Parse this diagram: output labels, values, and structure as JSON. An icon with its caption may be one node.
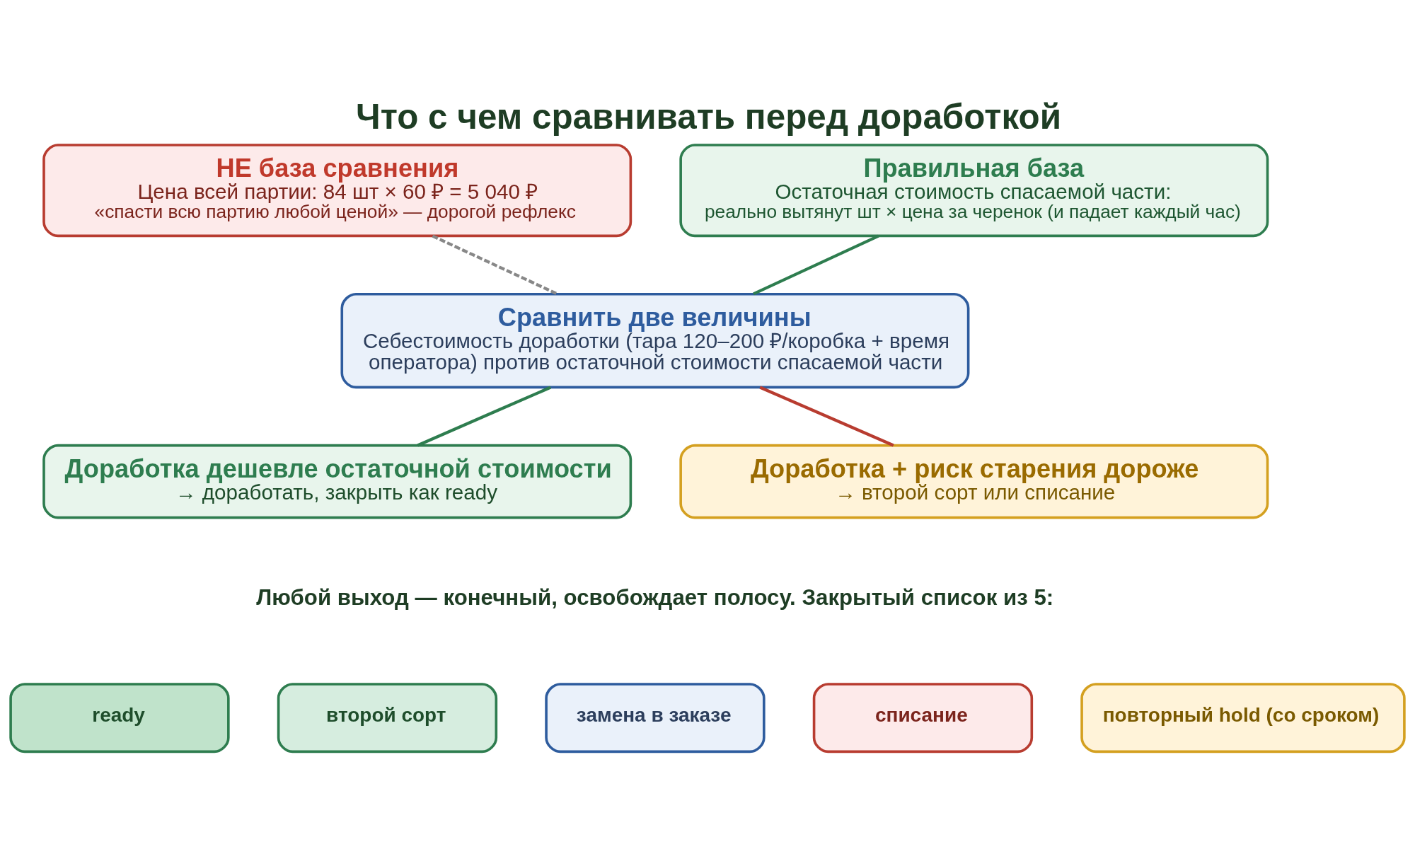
{
  "diagram": {
    "title": "Что с чем сравнивать перед доработкой",
    "nodes": [
      {
        "text": [
          "НЕ база сравнения",
          "Цена всей партии: 84 шт × 60 ₽ = 5 040 ₽",
          "«спасти всю партию любой ценой» — дорогой рефлекс"
        ]
      },
      {
        "text": [
          "Правильная база",
          "Остаточная стоимость спасаемой части:",
          "реально вытянут шт × цена за черенок (и падает каждый час)"
        ]
      },
      {
        "text": [
          "Сравнить две величины",
          "Себестоимость доработки (тара 120–200 ₽/коробка + время оператора) против остаточной стоимости спасаемой части"
        ]
      },
      {
        "text": [
          "Доработка дешевле остаточной стоимости",
          "→ доработать, закрыть как ready"
        ]
      },
      {
        "text": [
          "Доработка + риск старения дороже",
          "→ второй сорт или списание"
        ]
      },
      {
        "text": [
          "ready"
        ]
      },
      {
        "text": [
          "второй сорт"
        ]
      },
      {
        "text": [
          "замена в заказе"
        ]
      },
      {
        "text": [
          "списание"
        ]
      },
      {
        "text": [
          "повторный hold (со сроком)"
        ]
      }
    ],
    "edges": [
      {
        "from": 0,
        "to": 2,
        "arrow": "none",
        "style": "dashed",
        "color": "#888888"
      },
      {
        "from": 1,
        "to": 2,
        "arrow": "none"
      },
      {
        "from": 2,
        "to": 3,
        "arrow": "none"
      },
      {
        "from": 2,
        "to": 4,
        "arrow": "none",
        "color": "#b83c30"
      }
    ],
    "labels": [
      "Любой выход — конечный, освобождает полосу. Закрытый список из 5:"
    ]
  }
}
